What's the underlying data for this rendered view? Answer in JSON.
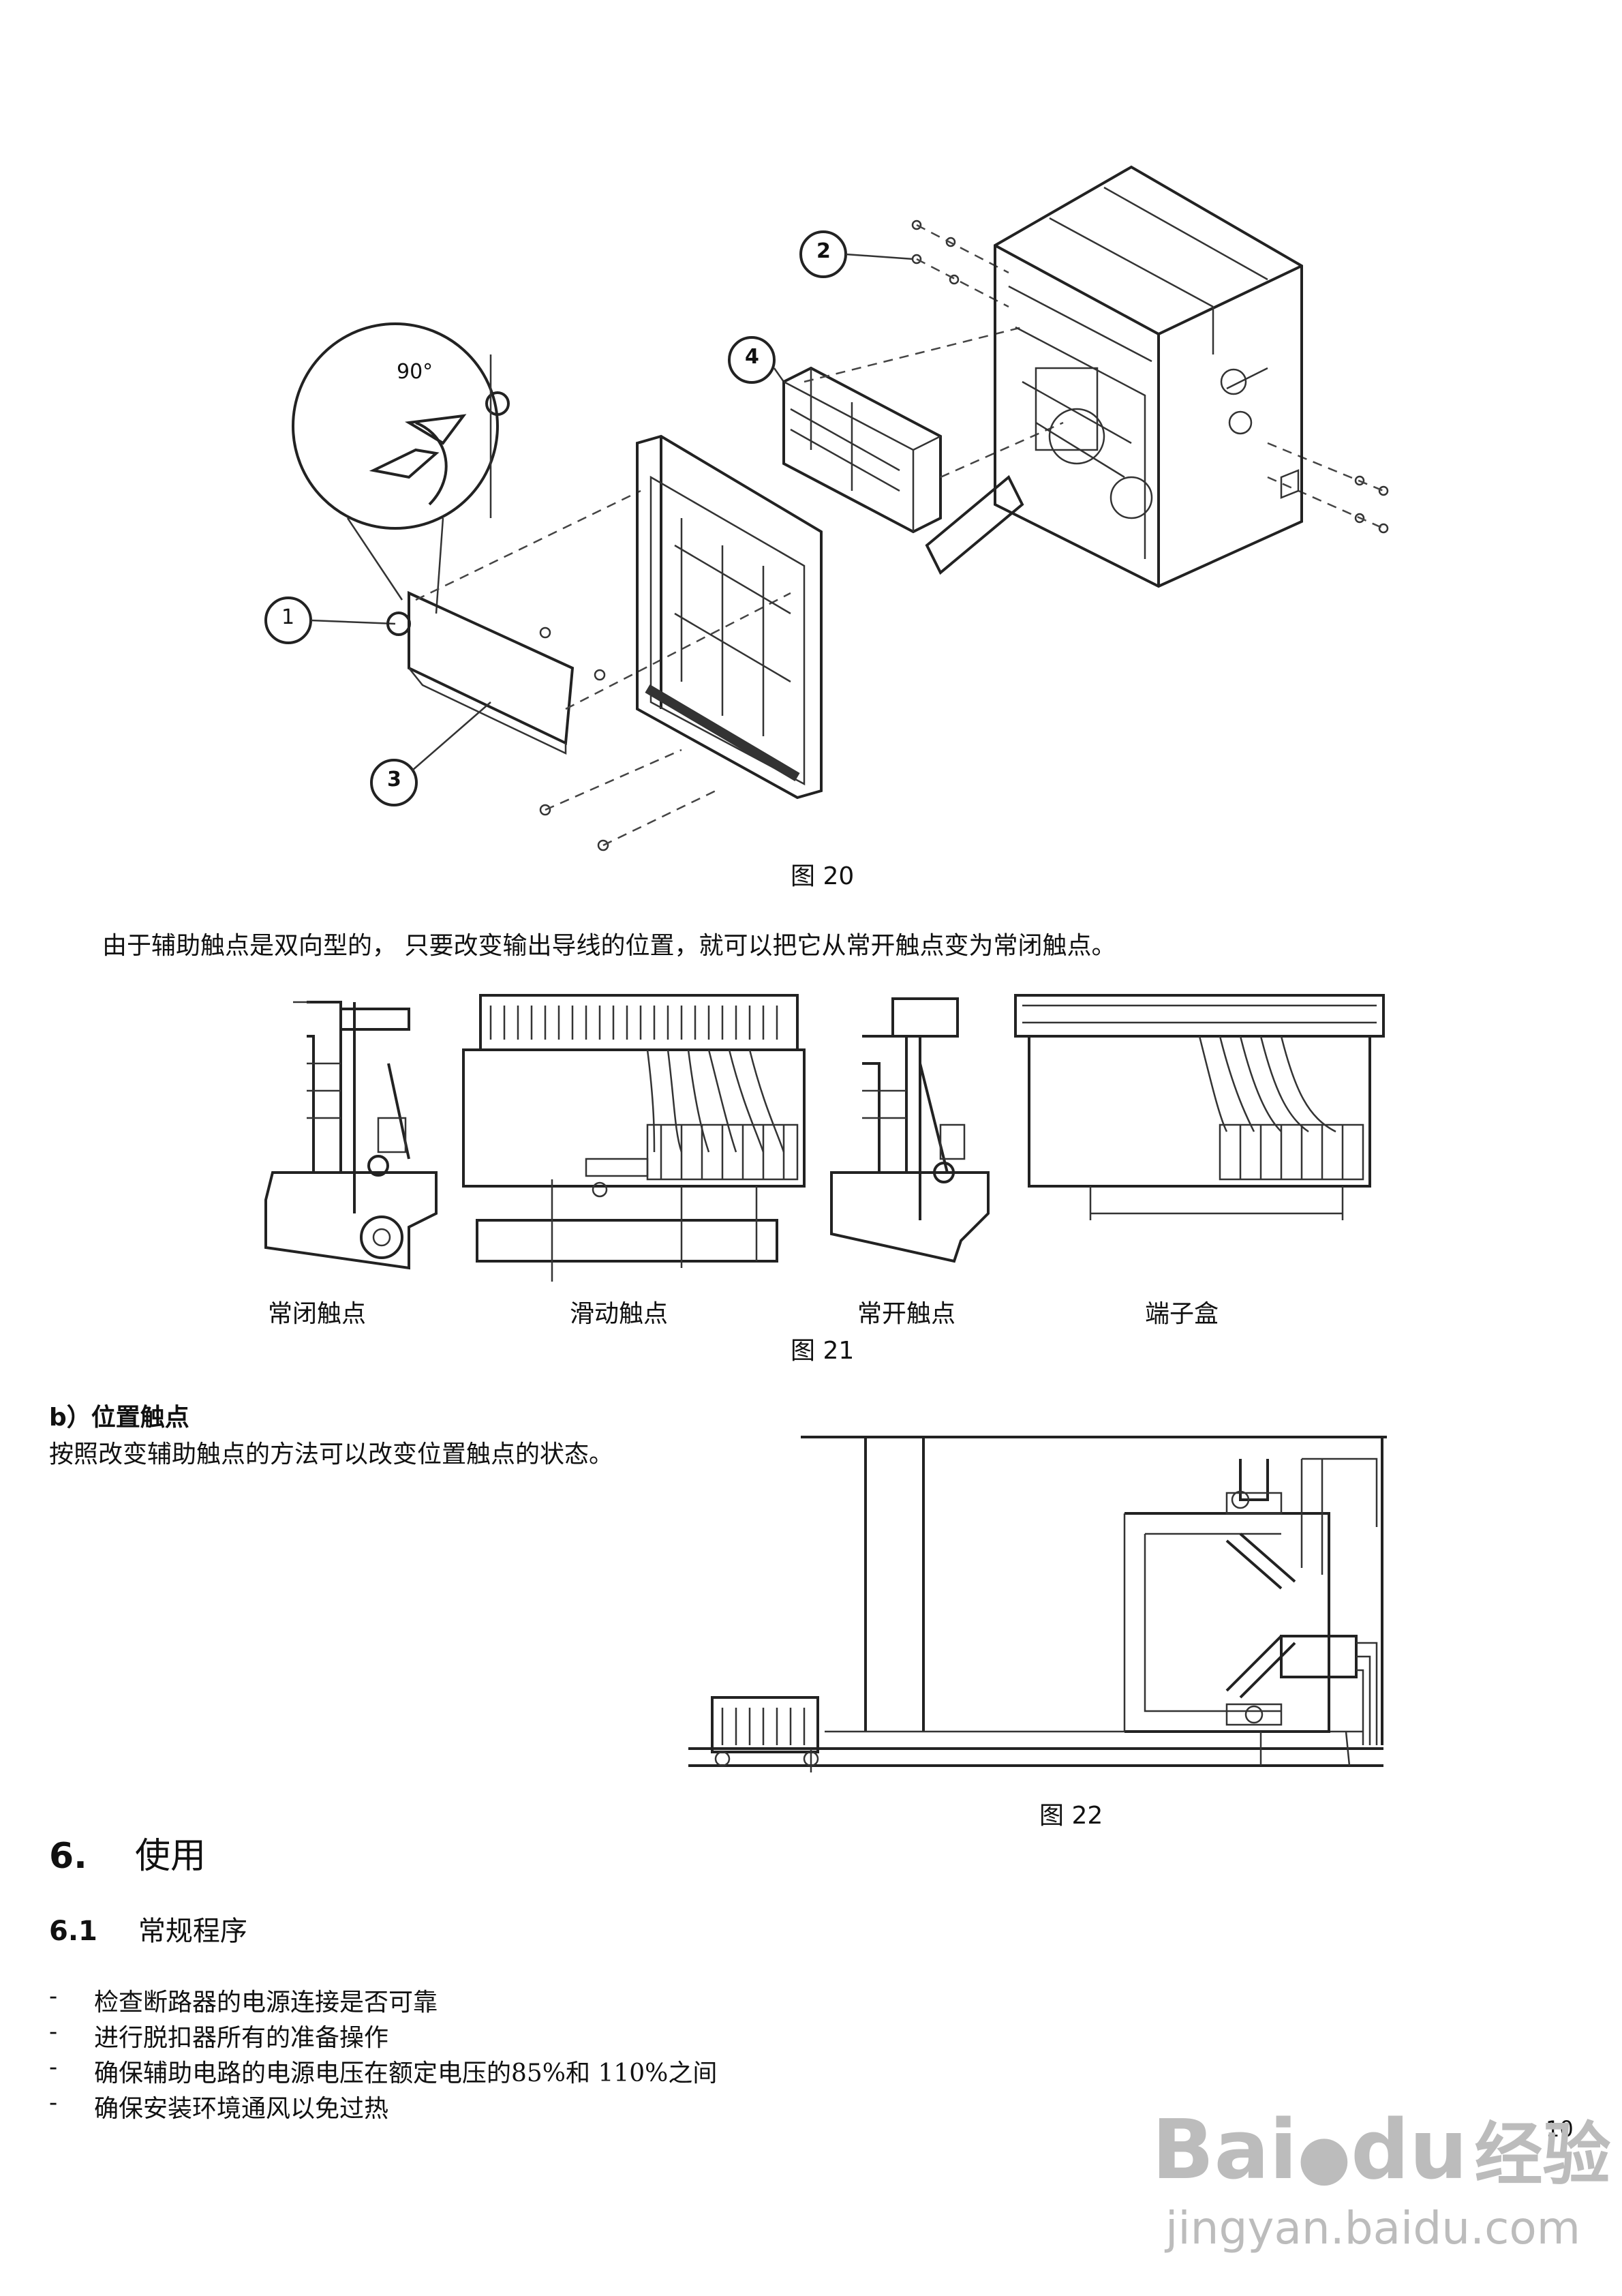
{
  "fig20": {
    "caption": "图 20",
    "angle_label": "90°",
    "callouts": [
      "1",
      "2",
      "3",
      "4"
    ]
  },
  "para1": "由于辅助触点是双向型的， 只要改变输出导线的位置，就可以把它从常开触点变为常闭触点。",
  "fig21": {
    "labels": [
      "常闭触点",
      "滑动触点",
      "常开触点",
      "端子盒"
    ],
    "caption": "图 21"
  },
  "section_b": {
    "title": "b）位置触点",
    "text": "按照改变辅助触点的方法可以改变位置触点的状态。"
  },
  "fig22": {
    "caption": "图 22"
  },
  "section6": {
    "number": "6.",
    "title": "使用"
  },
  "section61": {
    "number": "6.1",
    "title": "常规程序"
  },
  "bullets": [
    {
      "dash": "-",
      "text": "检查断路器的电源连接是否可靠"
    },
    {
      "dash": "-",
      "text": "进行脱扣器所有的准备操作"
    },
    {
      "dash": "-",
      "text": "确保辅助电路的电源电压在额定电压的85%和 110%之间"
    },
    {
      "dash": "-",
      "text": "确保安装环境通风以免过热"
    }
  ],
  "page_number": "10",
  "watermark": {
    "brand": "Bai",
    "brand2": "du",
    "cn": "经验",
    "url": "jingyan.baidu.com"
  }
}
